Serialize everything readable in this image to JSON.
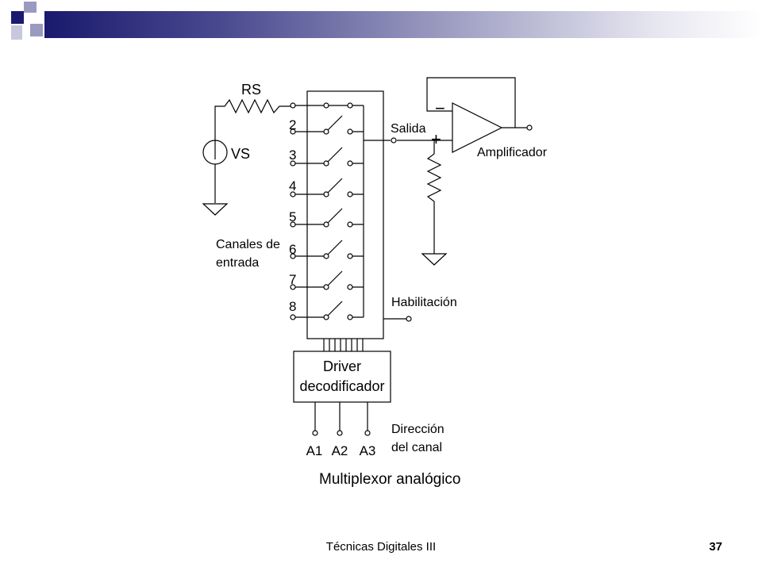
{
  "diagram": {
    "resistor_label": "RS",
    "source_label": "VS",
    "channel_numbers": [
      "2",
      "3",
      "4",
      "5",
      "6",
      "7",
      "8"
    ],
    "input_channels_line1": "Canales de",
    "input_channels_line2": "entrada",
    "output_label": "Salida",
    "enable_label": "Habilitación",
    "amplifier_label": "Amplificador",
    "minus_sign": "−",
    "plus_sign": "+",
    "driver_line1": "Driver",
    "driver_line2": "decodificador",
    "address_inputs": [
      "A1",
      "A2",
      "A3"
    ],
    "address_label_line1": "Dirección",
    "address_label_line2": "del canal",
    "caption": "Multiplexor analógico"
  },
  "footer": {
    "title": "Técnicas Digitales III",
    "slide_number": "37"
  },
  "colors": {
    "dark_blue": "#1a1a6e",
    "light_blue": "#9a9ac0"
  }
}
